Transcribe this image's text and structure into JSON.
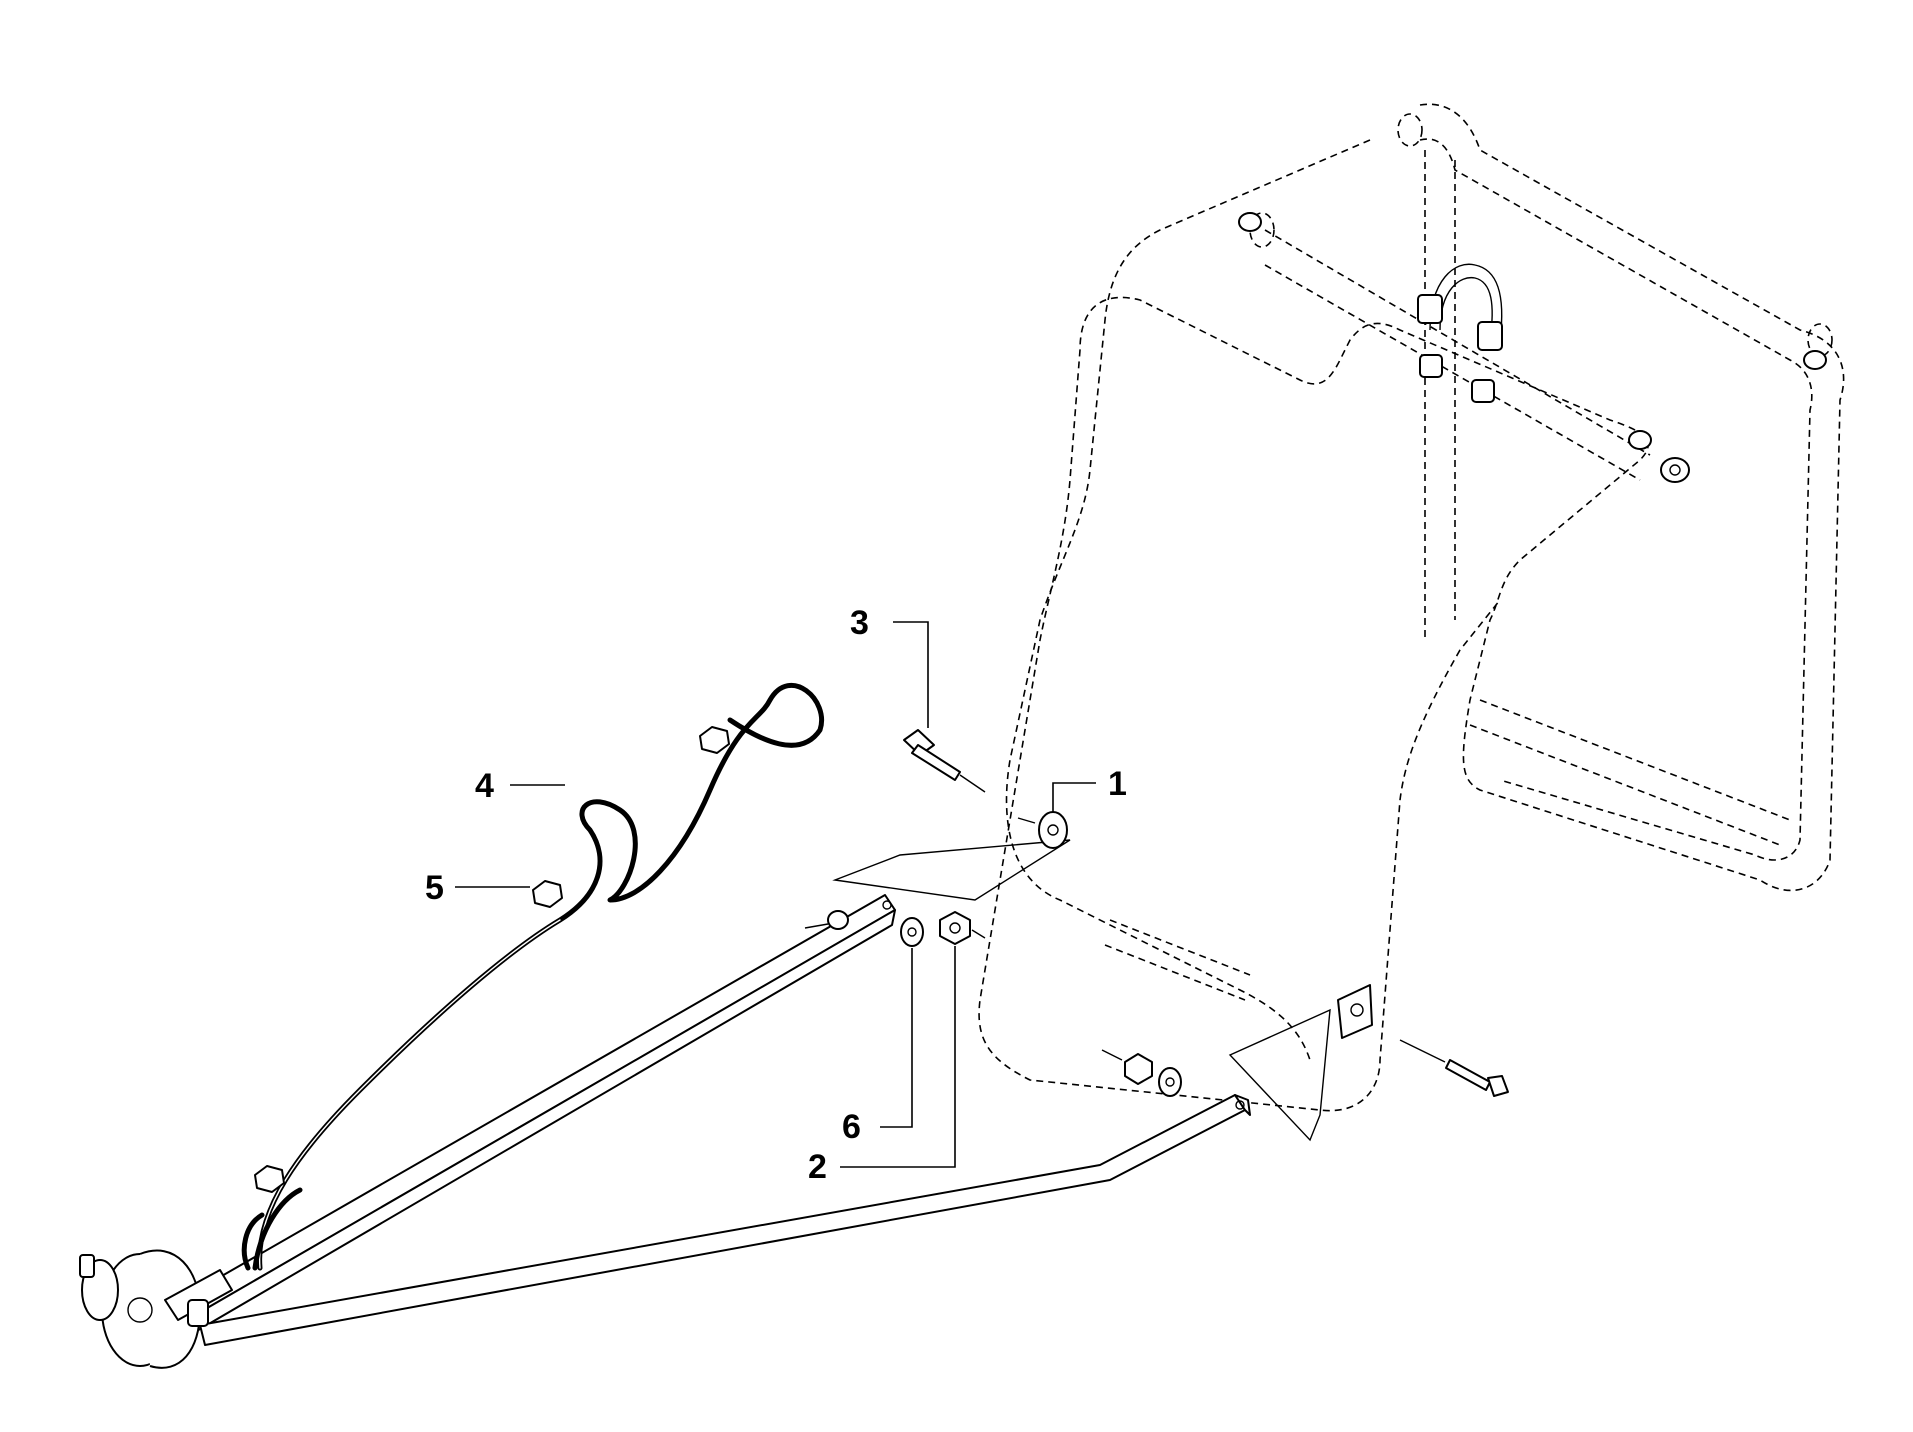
{
  "diagram": {
    "callouts": [
      {
        "id": "1",
        "label": "1"
      },
      {
        "id": "2",
        "label": "2"
      },
      {
        "id": "3",
        "label": "3"
      },
      {
        "id": "4",
        "label": "4"
      },
      {
        "id": "5",
        "label": "5"
      },
      {
        "id": "6",
        "label": "6"
      }
    ],
    "colors": {
      "ink": "#000000",
      "paper": "#ffffff"
    }
  }
}
